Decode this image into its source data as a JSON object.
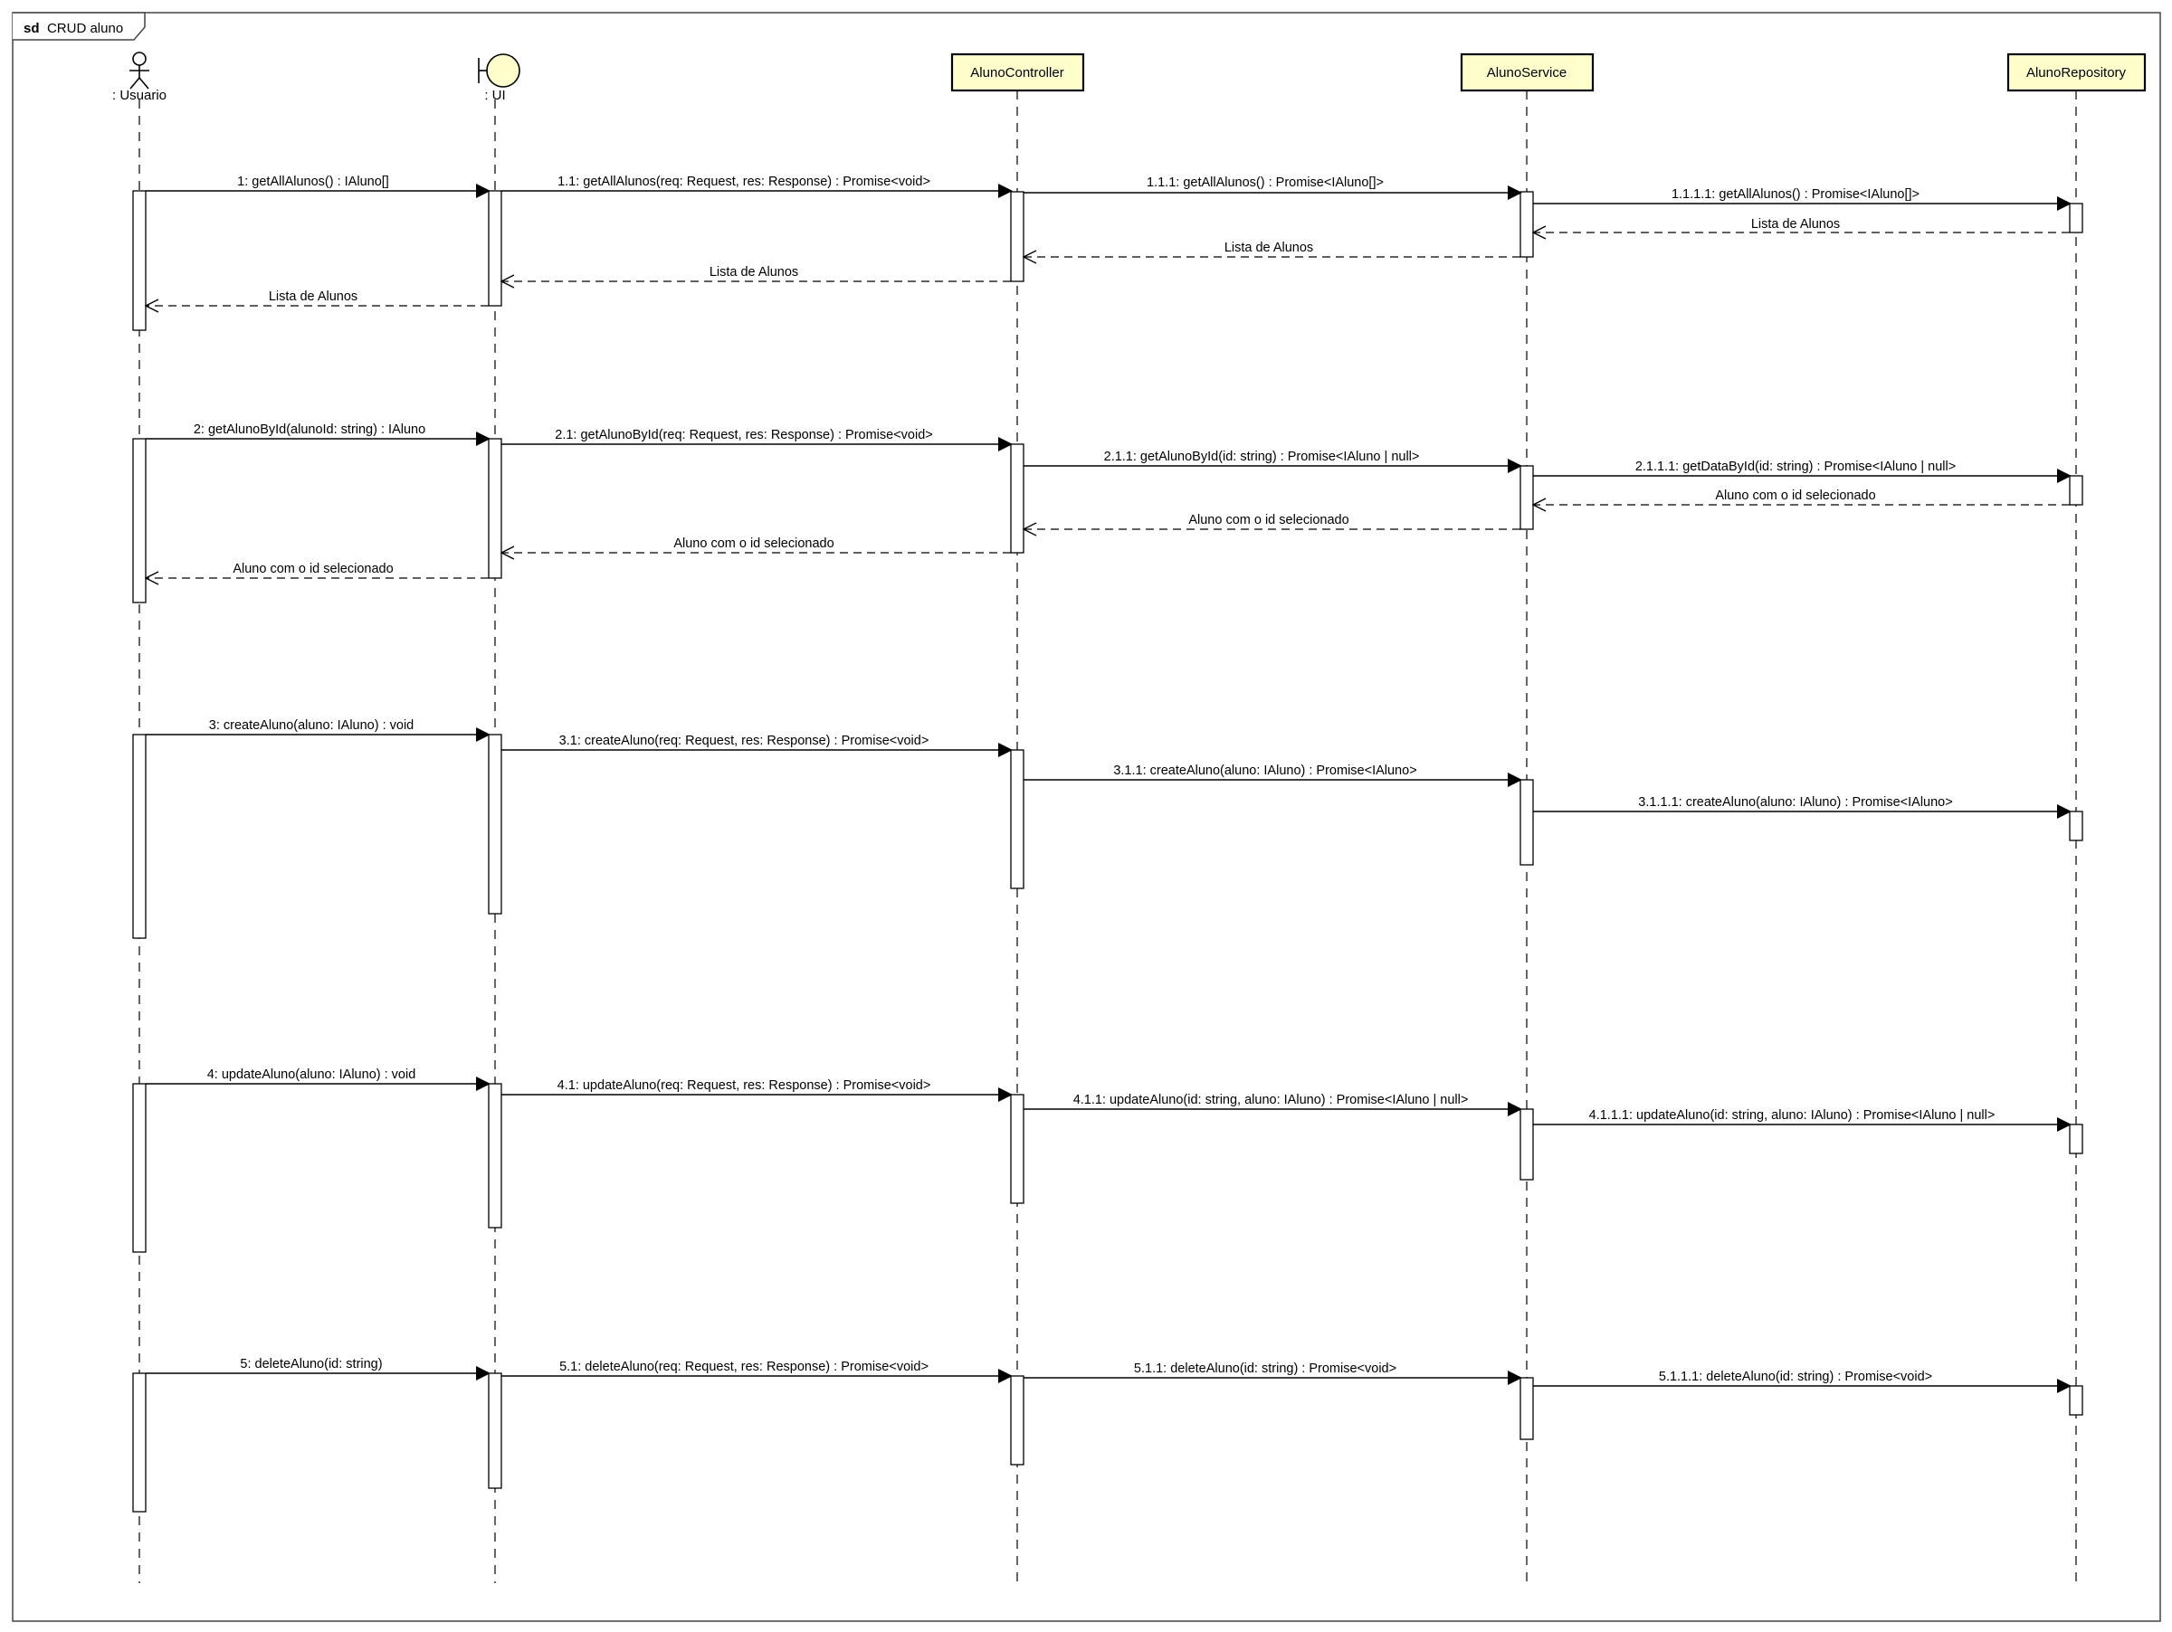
{
  "diagram": {
    "type": "sequence",
    "frame": {
      "keyword": "sd",
      "title": "CRUD aluno"
    },
    "colors": {
      "box_fill": "#FFFFCC",
      "boundary_fill": "#FFFFCC",
      "line": "#000000",
      "frame_border": "#444444",
      "background": "#FFFFFF"
    },
    "participants": [
      {
        "id": "usuario",
        "name": ": Usuario",
        "kind": "actor"
      },
      {
        "id": "ui",
        "name": ": UI",
        "kind": "boundary"
      },
      {
        "id": "controller",
        "name": "AlunoController",
        "kind": "class"
      },
      {
        "id": "service",
        "name": "AlunoService",
        "kind": "class"
      },
      {
        "id": "repository",
        "name": "AlunoRepository",
        "kind": "class"
      }
    ],
    "activations": [
      {
        "participant": "usuario",
        "from": "1",
        "to": "Lista de Alunos (1)"
      },
      {
        "participant": "ui",
        "from": "1",
        "to": "1.1 return"
      },
      {
        "participant": "controller",
        "from": "1.1",
        "to": "1.1.1 return"
      },
      {
        "participant": "service",
        "from": "1.1.1",
        "to": "1.1.1.1 return"
      },
      {
        "participant": "repository",
        "from": "1.1.1.1",
        "to": "1.1.1.1 return"
      }
    ],
    "messages": [
      {
        "seq": "1",
        "from": "usuario",
        "to": "ui",
        "kind": "sync",
        "label": "1: getAllAlunos() : IAluno[]"
      },
      {
        "seq": "1.1",
        "from": "ui",
        "to": "controller",
        "kind": "sync",
        "label": "1.1: getAllAlunos(req: Request, res: Response) : Promise<void>"
      },
      {
        "seq": "1.1.1",
        "from": "controller",
        "to": "service",
        "kind": "sync",
        "label": "1.1.1: getAllAlunos() : Promise<IAluno[]>"
      },
      {
        "seq": "1.1.1.1",
        "from": "service",
        "to": "repository",
        "kind": "sync",
        "label": "1.1.1.1: getAllAlunos() : Promise<IAluno[]>"
      },
      {
        "seq": "r1.1.1.1",
        "from": "repository",
        "to": "service",
        "kind": "reply",
        "label": "Lista de Alunos"
      },
      {
        "seq": "r1.1.1",
        "from": "service",
        "to": "controller",
        "kind": "reply",
        "label": "Lista de Alunos"
      },
      {
        "seq": "r1.1",
        "from": "controller",
        "to": "ui",
        "kind": "reply",
        "label": "Lista de Alunos"
      },
      {
        "seq": "r1",
        "from": "ui",
        "to": "usuario",
        "kind": "reply",
        "label": "Lista de Alunos"
      },
      {
        "seq": "2",
        "from": "usuario",
        "to": "ui",
        "kind": "sync",
        "label": "2: getAlunoById(alunoId: string) : IAluno"
      },
      {
        "seq": "2.1",
        "from": "ui",
        "to": "controller",
        "kind": "sync",
        "label": "2.1: getAlunoById(req: Request, res: Response) : Promise<void>"
      },
      {
        "seq": "2.1.1",
        "from": "controller",
        "to": "service",
        "kind": "sync",
        "label": "2.1.1: getAlunoById(id: string) : Promise<IAluno | null>"
      },
      {
        "seq": "2.1.1.1",
        "from": "service",
        "to": "repository",
        "kind": "sync",
        "label": "2.1.1.1: getDataById(id: string) : Promise<IAluno | null>"
      },
      {
        "seq": "r2.1.1.1",
        "from": "repository",
        "to": "service",
        "kind": "reply",
        "label": "Aluno com o id selecionado"
      },
      {
        "seq": "r2.1.1",
        "from": "service",
        "to": "controller",
        "kind": "reply",
        "label": "Aluno com o id selecionado"
      },
      {
        "seq": "r2.1",
        "from": "controller",
        "to": "ui",
        "kind": "reply",
        "label": "Aluno com o id selecionado"
      },
      {
        "seq": "r2",
        "from": "ui",
        "to": "usuario",
        "kind": "reply",
        "label": "Aluno com o id selecionado"
      },
      {
        "seq": "3",
        "from": "usuario",
        "to": "ui",
        "kind": "sync",
        "label": "3: createAluno(aluno: IAluno) : void"
      },
      {
        "seq": "3.1",
        "from": "ui",
        "to": "controller",
        "kind": "sync",
        "label": "3.1: createAluno(req: Request, res: Response) : Promise<void>"
      },
      {
        "seq": "3.1.1",
        "from": "controller",
        "to": "service",
        "kind": "sync",
        "label": "3.1.1: createAluno(aluno: IAluno) : Promise<IAluno>"
      },
      {
        "seq": "3.1.1.1",
        "from": "service",
        "to": "repository",
        "kind": "sync",
        "label": "3.1.1.1: createAluno(aluno: IAluno) : Promise<IAluno>"
      },
      {
        "seq": "4",
        "from": "usuario",
        "to": "ui",
        "kind": "sync",
        "label": "4: updateAluno(aluno: IAluno) : void"
      },
      {
        "seq": "4.1",
        "from": "ui",
        "to": "controller",
        "kind": "sync",
        "label": "4.1: updateAluno(req: Request, res: Response) : Promise<void>"
      },
      {
        "seq": "4.1.1",
        "from": "controller",
        "to": "service",
        "kind": "sync",
        "label": "4.1.1: updateAluno(id: string, aluno: IAluno) : Promise<IAluno | null>"
      },
      {
        "seq": "4.1.1.1",
        "from": "service",
        "to": "repository",
        "kind": "sync",
        "label": "4.1.1.1: updateAluno(id: string, aluno: IAluno) : Promise<IAluno | null>"
      },
      {
        "seq": "5",
        "from": "usuario",
        "to": "ui",
        "kind": "sync",
        "label": "5: deleteAluno(id: string)"
      },
      {
        "seq": "5.1",
        "from": "ui",
        "to": "controller",
        "kind": "sync",
        "label": "5.1: deleteAluno(req: Request, res: Response) : Promise<void>"
      },
      {
        "seq": "5.1.1",
        "from": "controller",
        "to": "service",
        "kind": "sync",
        "label": "5.1.1: deleteAluno(id: string) : Promise<void>"
      },
      {
        "seq": "5.1.1.1",
        "from": "service",
        "to": "repository",
        "kind": "sync",
        "label": "5.1.1.1: deleteAluno(id: string) : Promise<void>"
      }
    ]
  }
}
